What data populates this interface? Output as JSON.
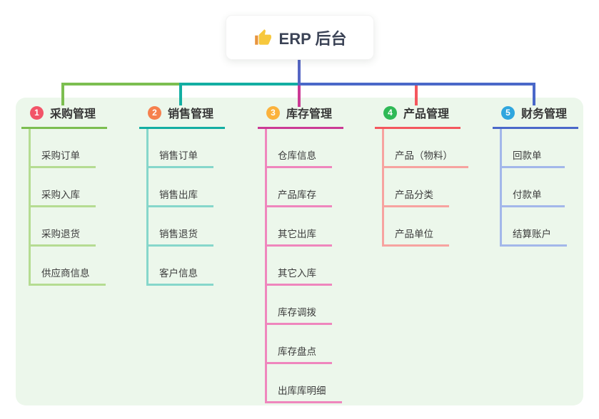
{
  "root": {
    "title": "ERP 后台",
    "icon": "thumbs-up-icon"
  },
  "panel_color": "#ECF7EB",
  "root_connector_color": "#5566C4",
  "branches": [
    {
      "badge": "1",
      "title": "采购管理",
      "badge_color": "#F25468",
      "line_color": "#7CBE50",
      "child_line_color": "#B5DC92",
      "children": [
        "采购订单",
        "采购入库",
        "采购退货",
        "供应商信息"
      ]
    },
    {
      "badge": "2",
      "title": "销售管理",
      "badge_color": "#F6804D",
      "line_color": "#13AEA2",
      "child_line_color": "#86D7CB",
      "children": [
        "销售订单",
        "销售出库",
        "销售退货",
        "客户信息"
      ]
    },
    {
      "badge": "3",
      "title": "库存管理",
      "badge_color": "#FBB23C",
      "line_color": "#CB3A95",
      "child_line_color": "#EF86BD",
      "children": [
        "仓库信息",
        "产品库存",
        "其它出库",
        "其它入库",
        "库存调拨",
        "库存盘点",
        "出库库明细"
      ]
    },
    {
      "badge": "4",
      "title": "产品管理",
      "badge_color": "#2FB956",
      "line_color": "#F4575E",
      "child_line_color": "#F7A3A0",
      "children": [
        "产品（物料）",
        "产品分类",
        "产品单位"
      ]
    },
    {
      "badge": "5",
      "title": "财务管理",
      "badge_color": "#2FA6DE",
      "line_color": "#4A68C9",
      "child_line_color": "#A3B7EA",
      "children": [
        "回款单",
        "付款单",
        "结算账户"
      ]
    }
  ]
}
